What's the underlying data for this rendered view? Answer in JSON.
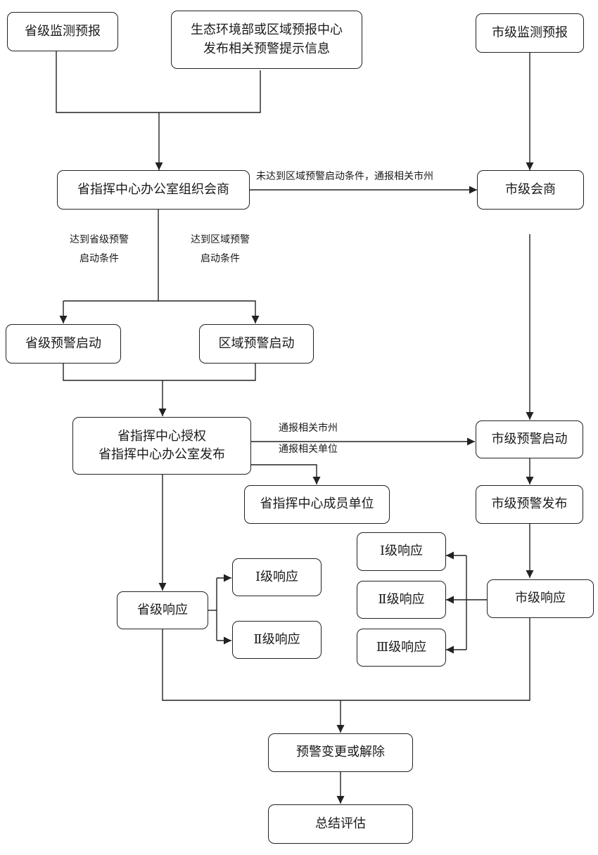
{
  "boxes": {
    "prov_monitor": "省级监测预报",
    "mee_line1": "生态环境部或区域预报中心",
    "mee_line2": "发布相关预警提示信息",
    "city_monitor": "市级监测预报",
    "prov_consult": "省指挥中心办公室组织会商",
    "city_consult": "市级会商",
    "prov_start": "省级预警启动",
    "region_start": "区域预警启动",
    "auth_line1": "省指挥中心授权",
    "auth_line2": "省指挥中心办公室发布",
    "city_start": "市级预警启动",
    "members": "省指挥中心成员单位",
    "city_publish": "市级预警发布",
    "prov_response": "省级响应",
    "prov_lv1": "Ⅰ级响应",
    "prov_lv2": "Ⅱ级响应",
    "city_lv1": "Ⅰ级响应",
    "city_lv2": "Ⅱ级响应",
    "city_lv3": "Ⅲ级响应",
    "city_response": "市级响应",
    "change": "预警变更或解除",
    "summary": "总结评估"
  },
  "labels": {
    "not_reached": "未达到区域预警启动条件，通报相关市州",
    "prov_cond_1": "达到省级预警",
    "prov_cond_2": "启动条件",
    "region_cond_1": "达到区域预警",
    "region_cond_2": "启动条件",
    "notify_city": "通报相关市州",
    "notify_unit": "通报相关单位"
  }
}
